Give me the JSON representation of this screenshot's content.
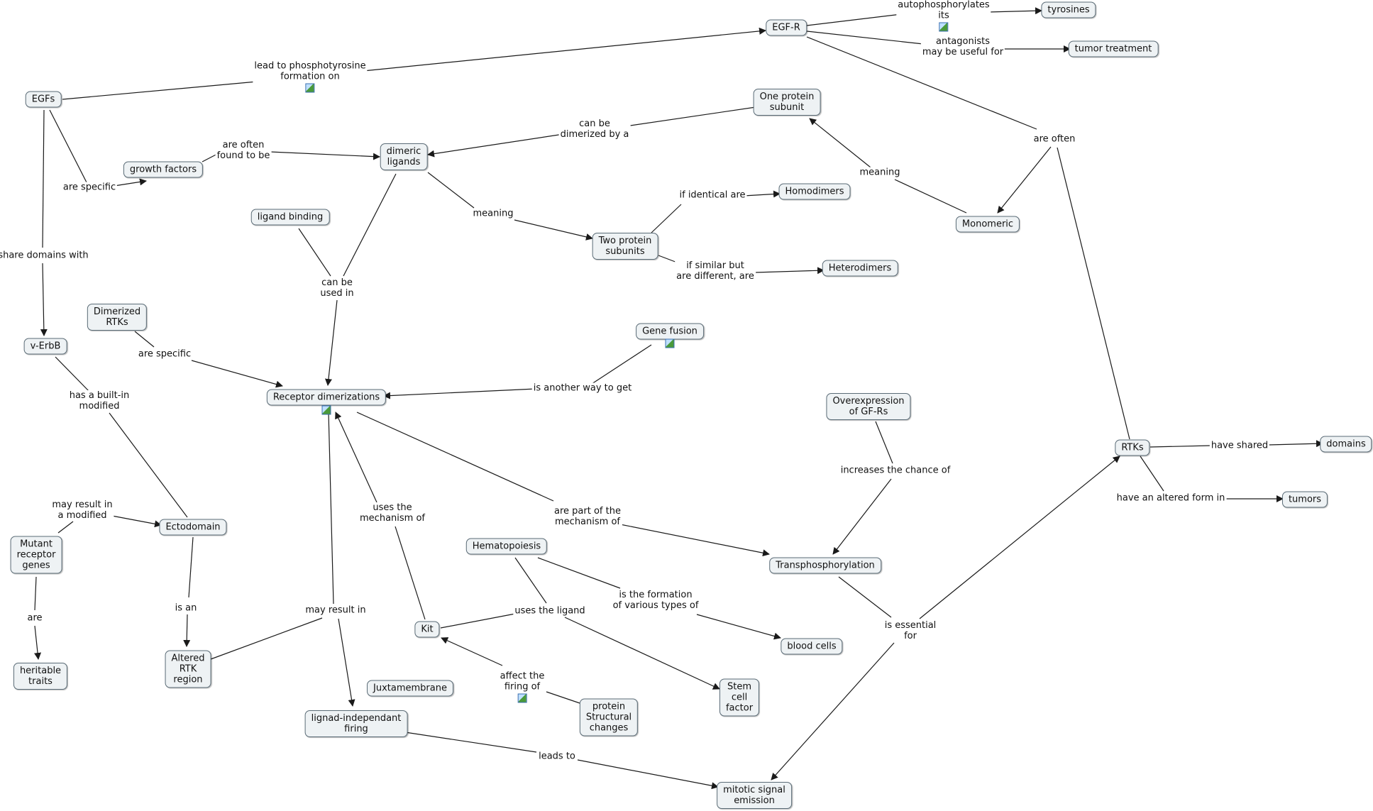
{
  "nodes": {
    "egfs": "EGFs",
    "egfr": "EGF-R",
    "tyrosines": "tyrosines",
    "tumor_treatment": "tumor treatment",
    "one_protein_subunit": "One protein\nsubunit",
    "growth_factors": "growth factors",
    "dimeric_ligands": "dimeric\nligands",
    "homodimers": "Homodimers",
    "ligand_binding": "ligand binding",
    "two_protein_subunits": "Two protein\nsubunits",
    "monomeric": "Monomeric",
    "heterodimers": "Heterodimers",
    "dimerized_rtks": "Dimerized\nRTKs",
    "gene_fusion": "Gene fusion",
    "verbb": "v-ErbB",
    "receptor_dimerizations": "Receptor dimerizations",
    "overexpression": "Overexpression\nof GF-Rs",
    "rtks": "RTKs",
    "domains": "domains",
    "tumors": "tumors",
    "hematopoiesis": "Hematopoiesis",
    "mutant_receptor_genes": "Mutant\nreceptor\ngenes",
    "ectodomain": "Ectodomain",
    "transphosphorylation": "Transphosphorylation",
    "kit": "Kit",
    "blood_cells": "blood cells",
    "altered_rtk_region": "Altered\nRTK\nregion",
    "heritable_traits": "heritable\ntraits",
    "juxtamembrane": "Juxtamembrane",
    "stem_cell_factor": "Stem\ncell\nfactor",
    "protein_structural_changes": "protein\nStructural\nchanges",
    "lignad_independant_firing": "lignad-independant\nfiring",
    "mitotic_signal_emission": "mitotic signal\nemission"
  },
  "links": {
    "lead_to_phosphotyrosine": "lead to phosphotyrosine\nformation on",
    "autophosphorylates": "autophosphorylates\nits",
    "antagonists": "antagonists\nmay be useful for",
    "can_be_dimerized": "can be\ndimerized by a",
    "are_often_found": "are often\nfound to be",
    "are_specific_1": "are specific",
    "meaning_1": "meaning",
    "meaning_2": "meaning",
    "are_often": "are often",
    "if_identical": "if identical are",
    "if_similar": "if similar but\nare different, are",
    "share_domains": "share domains with",
    "can_be_used_in": "can be\nused in",
    "are_specific_2": "are specific",
    "is_another_way": "is another way to get",
    "has_builtin": "has a built-in\nmodified",
    "increases_chance": "increases the chance of",
    "have_shared": "have shared",
    "have_altered": "have an altered form in",
    "uses_the_mechanism": "uses the\nmechanism of",
    "are_part_of": "are part of the\nmechanism of",
    "may_result_modified": "may result in\na modified",
    "is_an": "is an",
    "uses_the_ligand": "uses the ligand",
    "is_the_formation": "is the formation\nof various types of",
    "may_result_in": "may result in",
    "are": "are",
    "is_essential": "is essential\nfor",
    "affect_firing": "affect the\nfiring of",
    "leads_to": "leads to"
  },
  "colors": {
    "node_fill": "#eef2f4",
    "node_border": "#5a6b76",
    "line": "#1a1a1a",
    "text": "#111111"
  },
  "icons": [
    "image-resource-icon"
  ]
}
